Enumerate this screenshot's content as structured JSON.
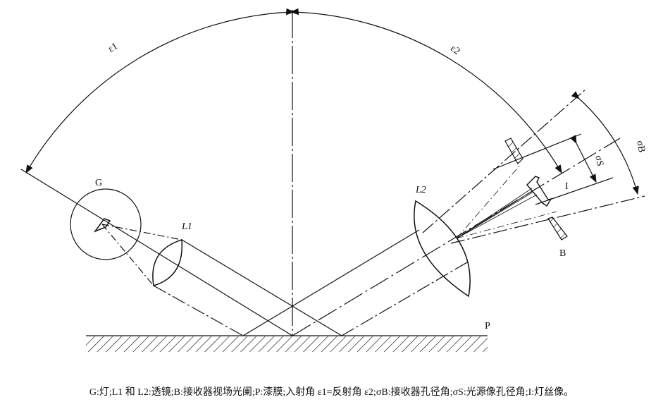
{
  "labels": {
    "lamp": "G",
    "lens1": "L1",
    "lens2": "L2",
    "aperture": "B",
    "filament_image": "I",
    "paint_film": "P",
    "incidence_angle": "ε1",
    "reflection_angle": "ε2",
    "receiver_aperture_angle": "σB",
    "source_image_aperture_angle": "σS"
  },
  "caption": "G:灯;L1 和 L2:透镜;B:接收器视场光阑;P:漆膜;入射角 ε1=反射角 ε2;σB:接收器孔径角;σS:光源像孔径角;I:灯丝像。"
}
